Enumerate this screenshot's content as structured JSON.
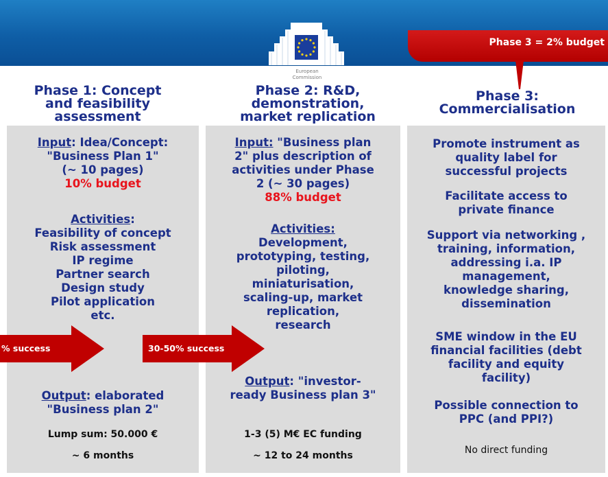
{
  "header": {
    "org_name": "European Commission",
    "banner_text": "Phase 3 = 2% budget",
    "colors": {
      "header_blue": "#0f5ea6",
      "banner_red": "#c00000",
      "title_navy": "#1d2f8a",
      "budget_red": "#e8141c",
      "column_grey": "#dcdcdc"
    }
  },
  "phases": [
    {
      "title_lines": [
        "Phase 1: Concept",
        "and feasibility",
        "assessment"
      ],
      "input_label": "Input",
      "input_rest": ": Idea/Concept:",
      "input_lines": [
        "\"Business Plan 1\"",
        "(~ 10 pages)"
      ],
      "budget": "10% budget",
      "activities_label": "Activities",
      "activities_colon": ":",
      "activities": [
        "Feasibility  of concept",
        "Risk assessment",
        "IP regime",
        "Partner search",
        "Design study",
        "Pilot application",
        "etc."
      ],
      "output_label": "Output",
      "output_rest": ": elaborated",
      "output_lines": [
        "\"Business plan 2\""
      ],
      "funding": "Lump sum: 50.000 €",
      "duration": "~ 6 months"
    },
    {
      "title_lines": [
        "Phase 2:  R&D,",
        "demonstration,",
        "market replication"
      ],
      "input_label": "Input:",
      "input_rest": " \"Business plan",
      "input_lines": [
        "2\" plus description of",
        "activities  under Phase",
        "2 (~ 30 pages)"
      ],
      "budget": "88% budget",
      "activities_label": "Activities:",
      "activities": [
        "Development,",
        "prototyping, testing,",
        "piloting,",
        "miniaturisation,",
        "scaling-up, market",
        "replication,",
        "research"
      ],
      "output_label": "Output",
      "output_rest": ": \"investor-",
      "output_lines": [
        "ready Business plan 3\""
      ],
      "funding": "1-3 (5) M€ EC funding",
      "duration": "~ 12 to 24 months"
    },
    {
      "title_lines": [
        "Phase 3:",
        "Commercialisation"
      ],
      "items": [
        [
          "Promote instrument as",
          "quality label for",
          "successful projects"
        ],
        [
          "Facilitate  access to",
          "private finance"
        ],
        [
          "Support via networking ,",
          "training, information,",
          "addressing i.a. IP",
          "management,",
          "knowledge sharing,",
          "dissemination"
        ],
        [
          "SME window in the EU",
          "financial facilities  (debt",
          "facility and equity",
          "facility)"
        ],
        [
          "Possible connection to",
          "PPC (and PPI?)"
        ]
      ],
      "footer": "No direct funding"
    }
  ],
  "arrows": [
    {
      "label": "% success"
    },
    {
      "label": "30-50% success"
    }
  ]
}
